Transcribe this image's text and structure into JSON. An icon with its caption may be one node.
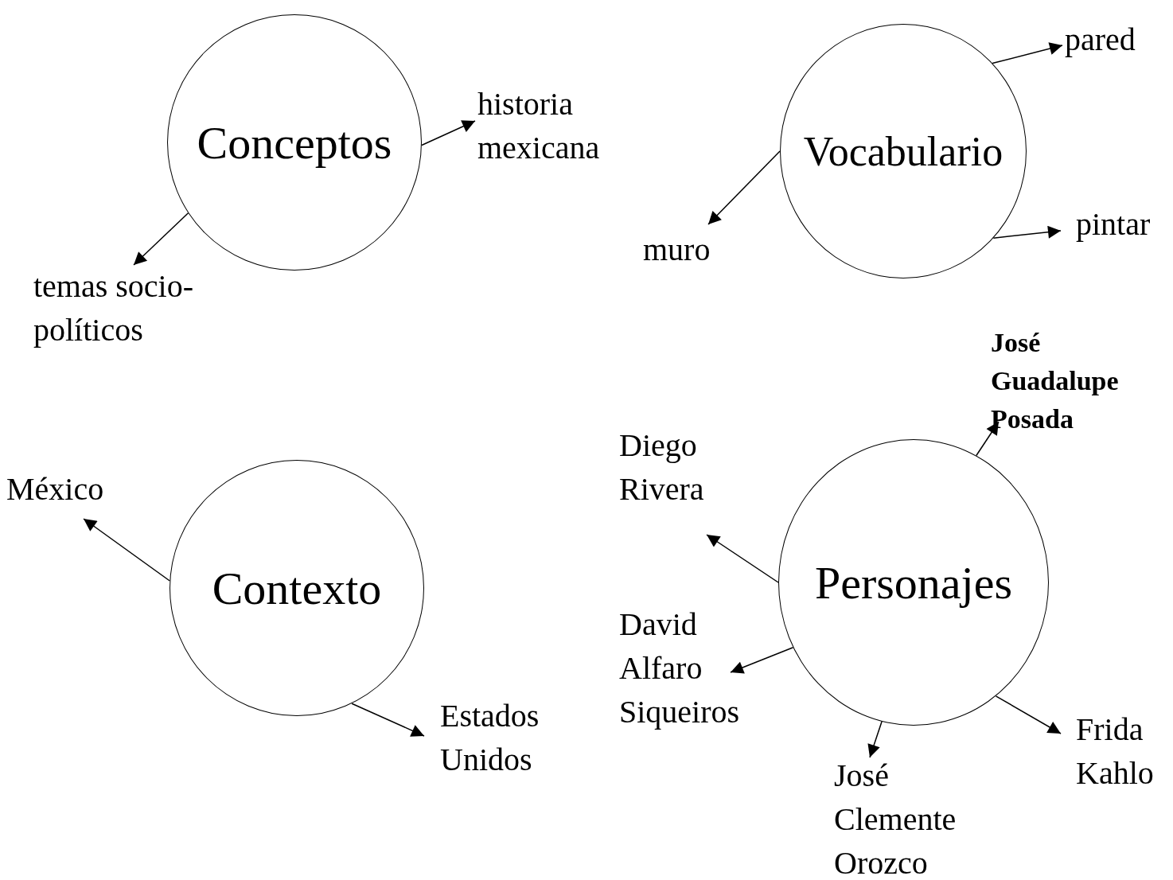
{
  "diagram": {
    "nodes": [
      {
        "text": [
          "Conceptos"
        ]
      },
      {
        "text": [
          "historia mexicana"
        ]
      },
      {
        "text": [
          "temas socio-políticos"
        ]
      },
      {
        "text": [
          "Vocabulario"
        ]
      },
      {
        "text": [
          "pared"
        ]
      },
      {
        "text": [
          "muro"
        ]
      },
      {
        "text": [
          "pintar"
        ]
      },
      {
        "text": [
          "José Guadalupe Posada"
        ]
      },
      {
        "text": [
          "Contexto"
        ]
      },
      {
        "text": [
          "México"
        ]
      },
      {
        "text": [
          "Estados Unidos"
        ]
      },
      {
        "text": [
          "Diego Rivera"
        ]
      },
      {
        "text": [
          "Personajes"
        ]
      },
      {
        "text": [
          "David Alfaro Siqueiros"
        ]
      },
      {
        "text": [
          "José Clemente Orozco"
        ]
      },
      {
        "text": [
          "Frida Kahlo"
        ]
      }
    ],
    "edges": [
      {
        "from": 0,
        "to": 1,
        "arrow": "to"
      },
      {
        "from": 0,
        "to": 2,
        "arrow": "to"
      },
      {
        "from": 3,
        "to": 4,
        "arrow": "to"
      },
      {
        "from": 3,
        "to": 5,
        "arrow": "to"
      },
      {
        "from": 3,
        "to": 6,
        "arrow": "to"
      },
      {
        "from": 12,
        "to": 7,
        "arrow": "to"
      },
      {
        "from": 8,
        "to": 9,
        "arrow": "to"
      },
      {
        "from": 8,
        "to": 10,
        "arrow": "to"
      },
      {
        "from": 12,
        "to": 11,
        "arrow": "to"
      },
      {
        "from": 12,
        "to": 13,
        "arrow": "to"
      },
      {
        "from": 12,
        "to": 14,
        "arrow": "to"
      },
      {
        "from": 12,
        "to": 15,
        "arrow": "to"
      }
    ]
  }
}
